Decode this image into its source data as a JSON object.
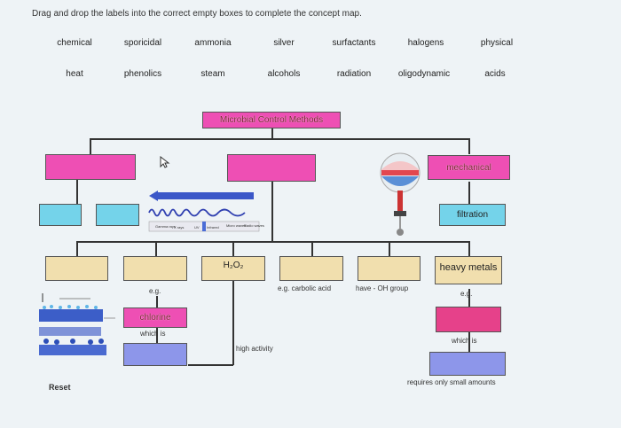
{
  "instruction": "Drag and drop the labels into the correct empty boxes to complete the concept map.",
  "labels": [
    "chemical",
    "sporicidal",
    "ammonia",
    "silver",
    "surfactants",
    "halogens",
    "physical",
    "heat",
    "phenolics",
    "steam",
    "alcohols",
    "radiation",
    "oligodynamic",
    "acids"
  ],
  "map": {
    "root": "Microbial Control Methods",
    "mechanical": "mechanical",
    "filtration": "filtration",
    "h2o2": "H₂O₂",
    "heavy_metals": "heavy metals",
    "chlorine": "chlorine"
  },
  "annotations": {
    "eg_left": "e.g.",
    "eg_carbolic": "e.g. carbolic acid",
    "have_oh": "have - OH group",
    "eg_right": "e.g.",
    "which_is_left": "which is",
    "which_is_right": "which is",
    "high_activity": "high activity",
    "requires_small": "requires only small amounts"
  },
  "spectrum": {
    "labels": [
      "Gamma rays",
      "X rays",
      "UV",
      "Infrared",
      "Micro waves",
      "Radio waves"
    ]
  },
  "reset": "Reset",
  "colors": {
    "pink": "#ee4fb4",
    "cyan": "#74d3ea",
    "tan": "#f1dfae",
    "blue": "#8d96ea"
  }
}
